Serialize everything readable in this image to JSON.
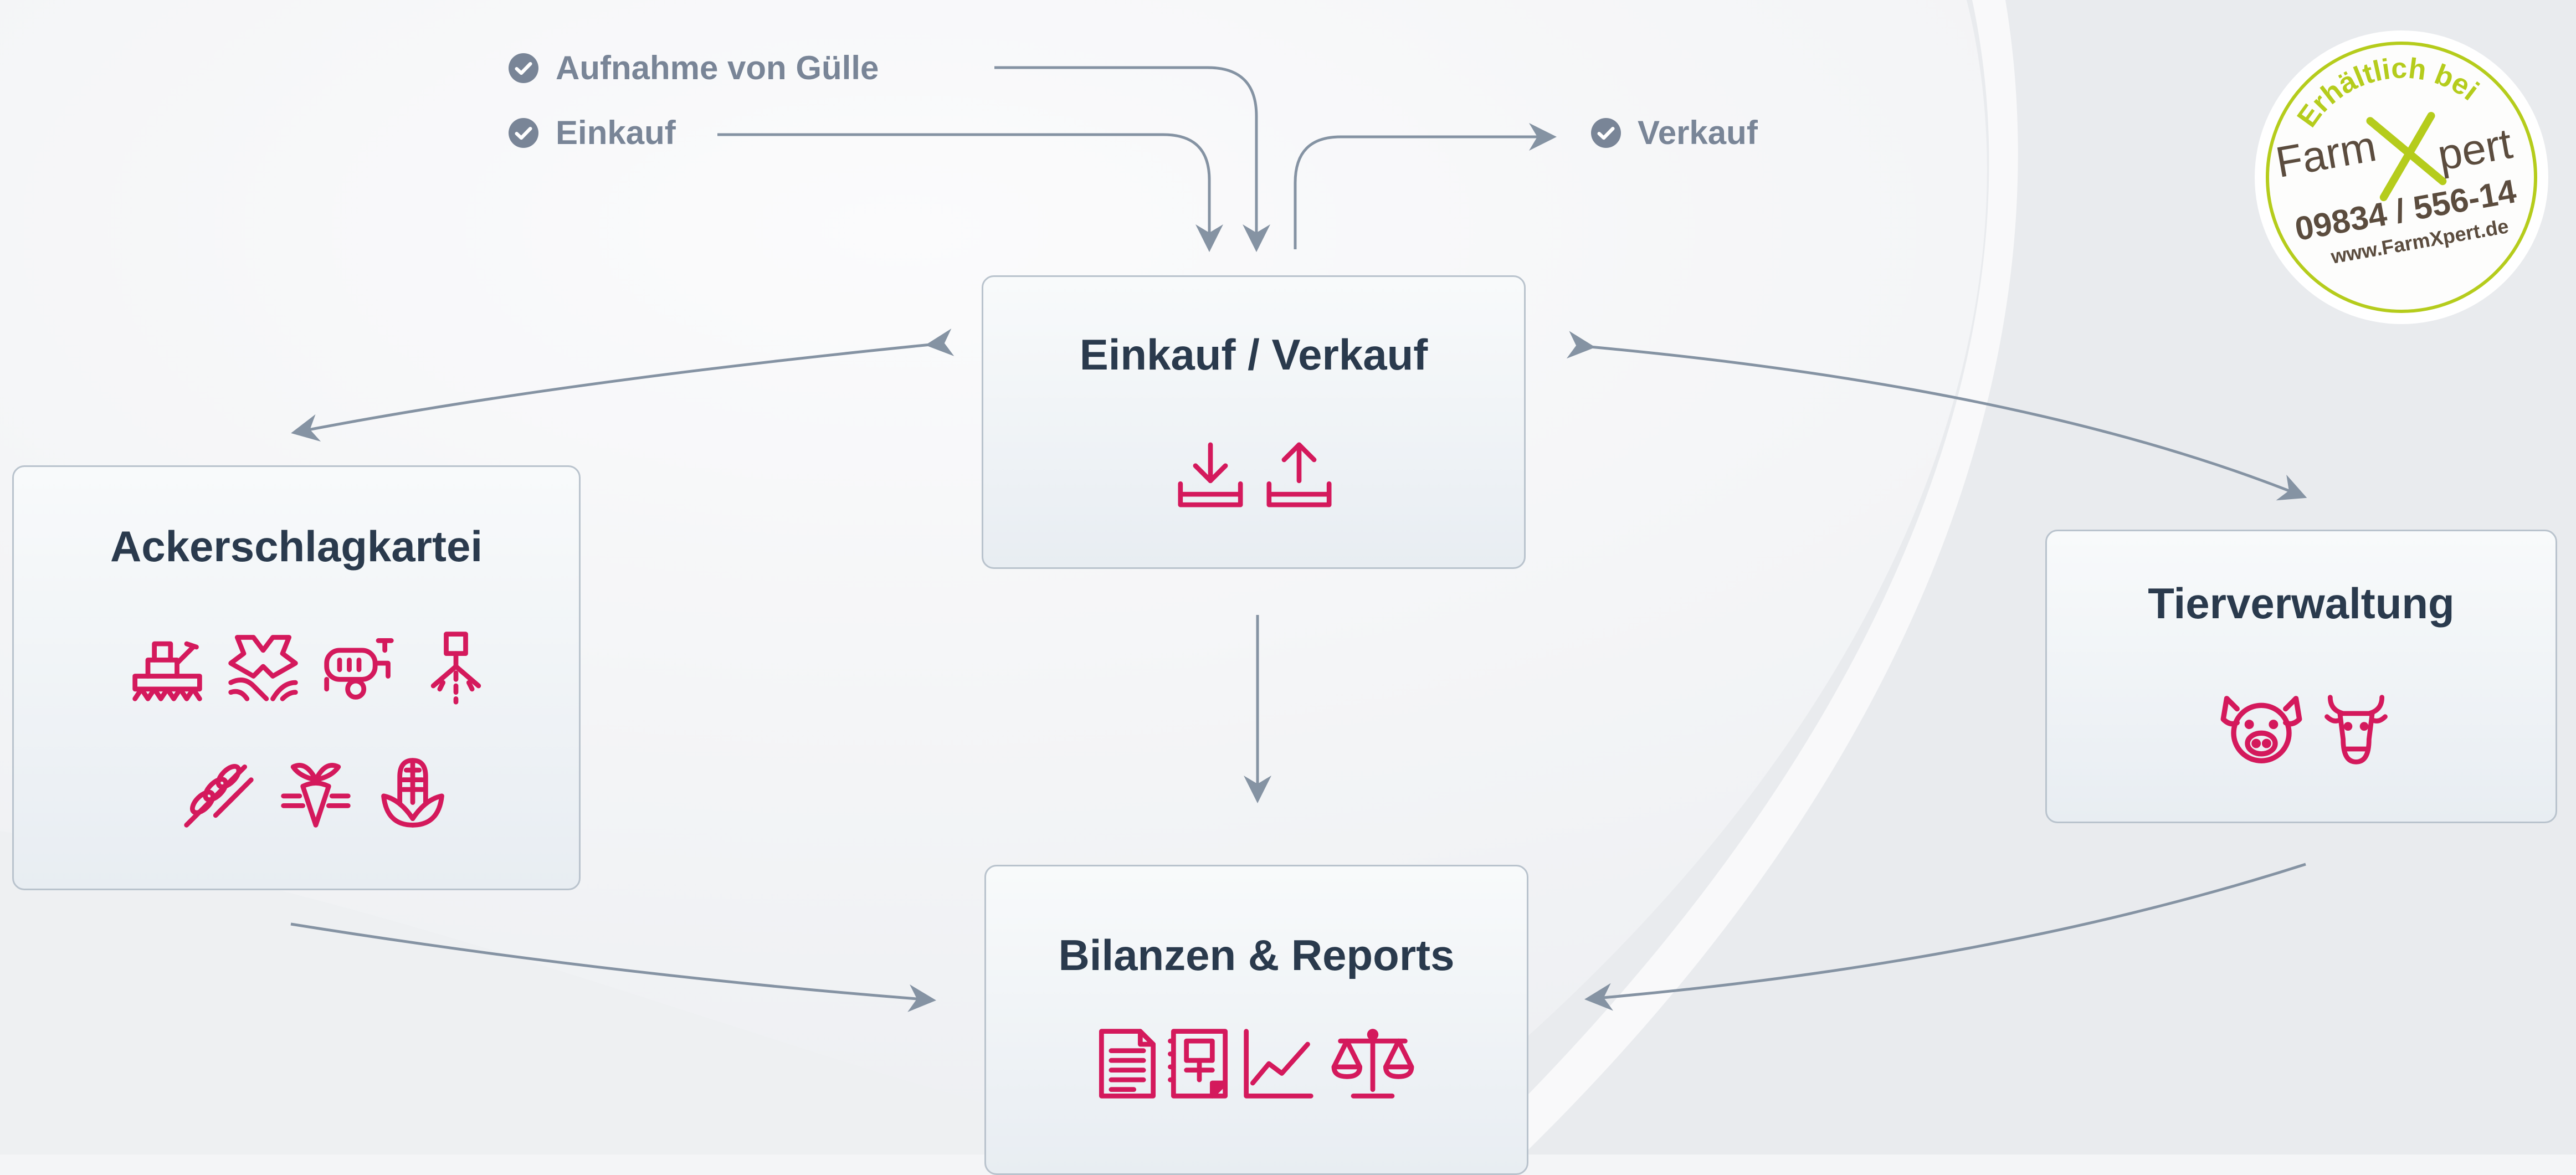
{
  "sources": {
    "aufnahme": "Aufnahme von Gülle",
    "einkauf": "Einkauf",
    "verkauf": "Verkauf"
  },
  "boxes": {
    "einkauf_verkauf": "Einkauf / Verkauf",
    "ackerschlagkartei": "Ackerschlagkartei",
    "tierverwaltung": "Tierverwaltung",
    "bilanzen": "Bilanzen & Reports"
  },
  "seal": {
    "top_text": "Erhältlich bei",
    "brand_left": "Farm",
    "brand_right": "pert",
    "phone": "09834 / 556-14",
    "url": "www.FarmXpert.de"
  },
  "colors": {
    "accent": "#d4195c",
    "title": "#2a3a4d",
    "label": "#798597",
    "arrow": "#8593a3",
    "box_border": "#b9c3cd",
    "seal_green": "#b5cc1c",
    "seal_brown": "#5b4c3e"
  },
  "icons": {
    "einkauf_verkauf": [
      "download-tray-icon",
      "upload-tray-icon"
    ],
    "ackerschlagkartei_row1": [
      "combine-harvester-icon",
      "plough-icon",
      "slurry-tanker-icon",
      "sprayer-icon"
    ],
    "ackerschlagkartei_row2": [
      "wheat-icon",
      "sugar-beet-icon",
      "corn-icon"
    ],
    "tierverwaltung": [
      "pig-icon",
      "cow-icon"
    ],
    "bilanzen": [
      "document-icon",
      "report-icon",
      "line-chart-icon",
      "scale-icon"
    ]
  }
}
